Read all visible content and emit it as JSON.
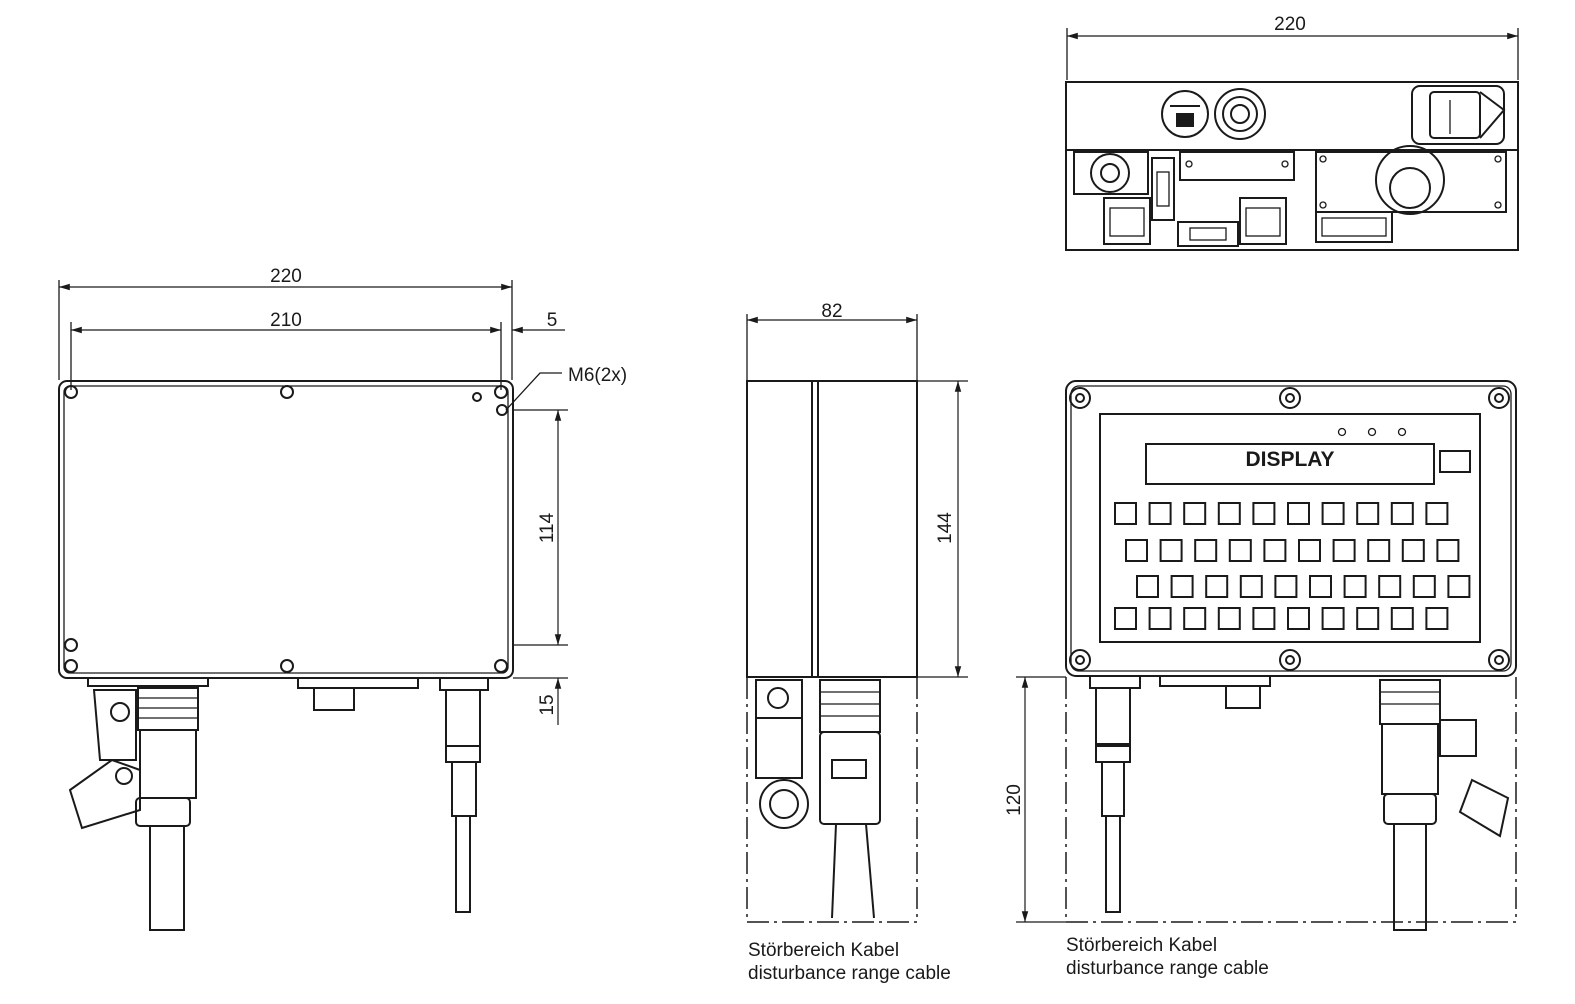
{
  "dimensions": {
    "top_view_width": "220",
    "front_width": "220",
    "front_hole_spacing": "210",
    "front_edge_offset": "5",
    "thread": "M6(2x)",
    "front_hole_height": "114",
    "front_connector_height": "15",
    "side_depth": "82",
    "side_height": "144",
    "keypad_cable_range": "120"
  },
  "display_label": "DISPLAY",
  "captions": {
    "side_line1": "Störbereich Kabel",
    "side_line2": "disturbance range cable",
    "keypad_line1": "Störbereich Kabel",
    "keypad_line2": "disturbance range cable"
  },
  "keypad": {
    "rows": [
      10,
      10,
      10,
      10
    ]
  }
}
